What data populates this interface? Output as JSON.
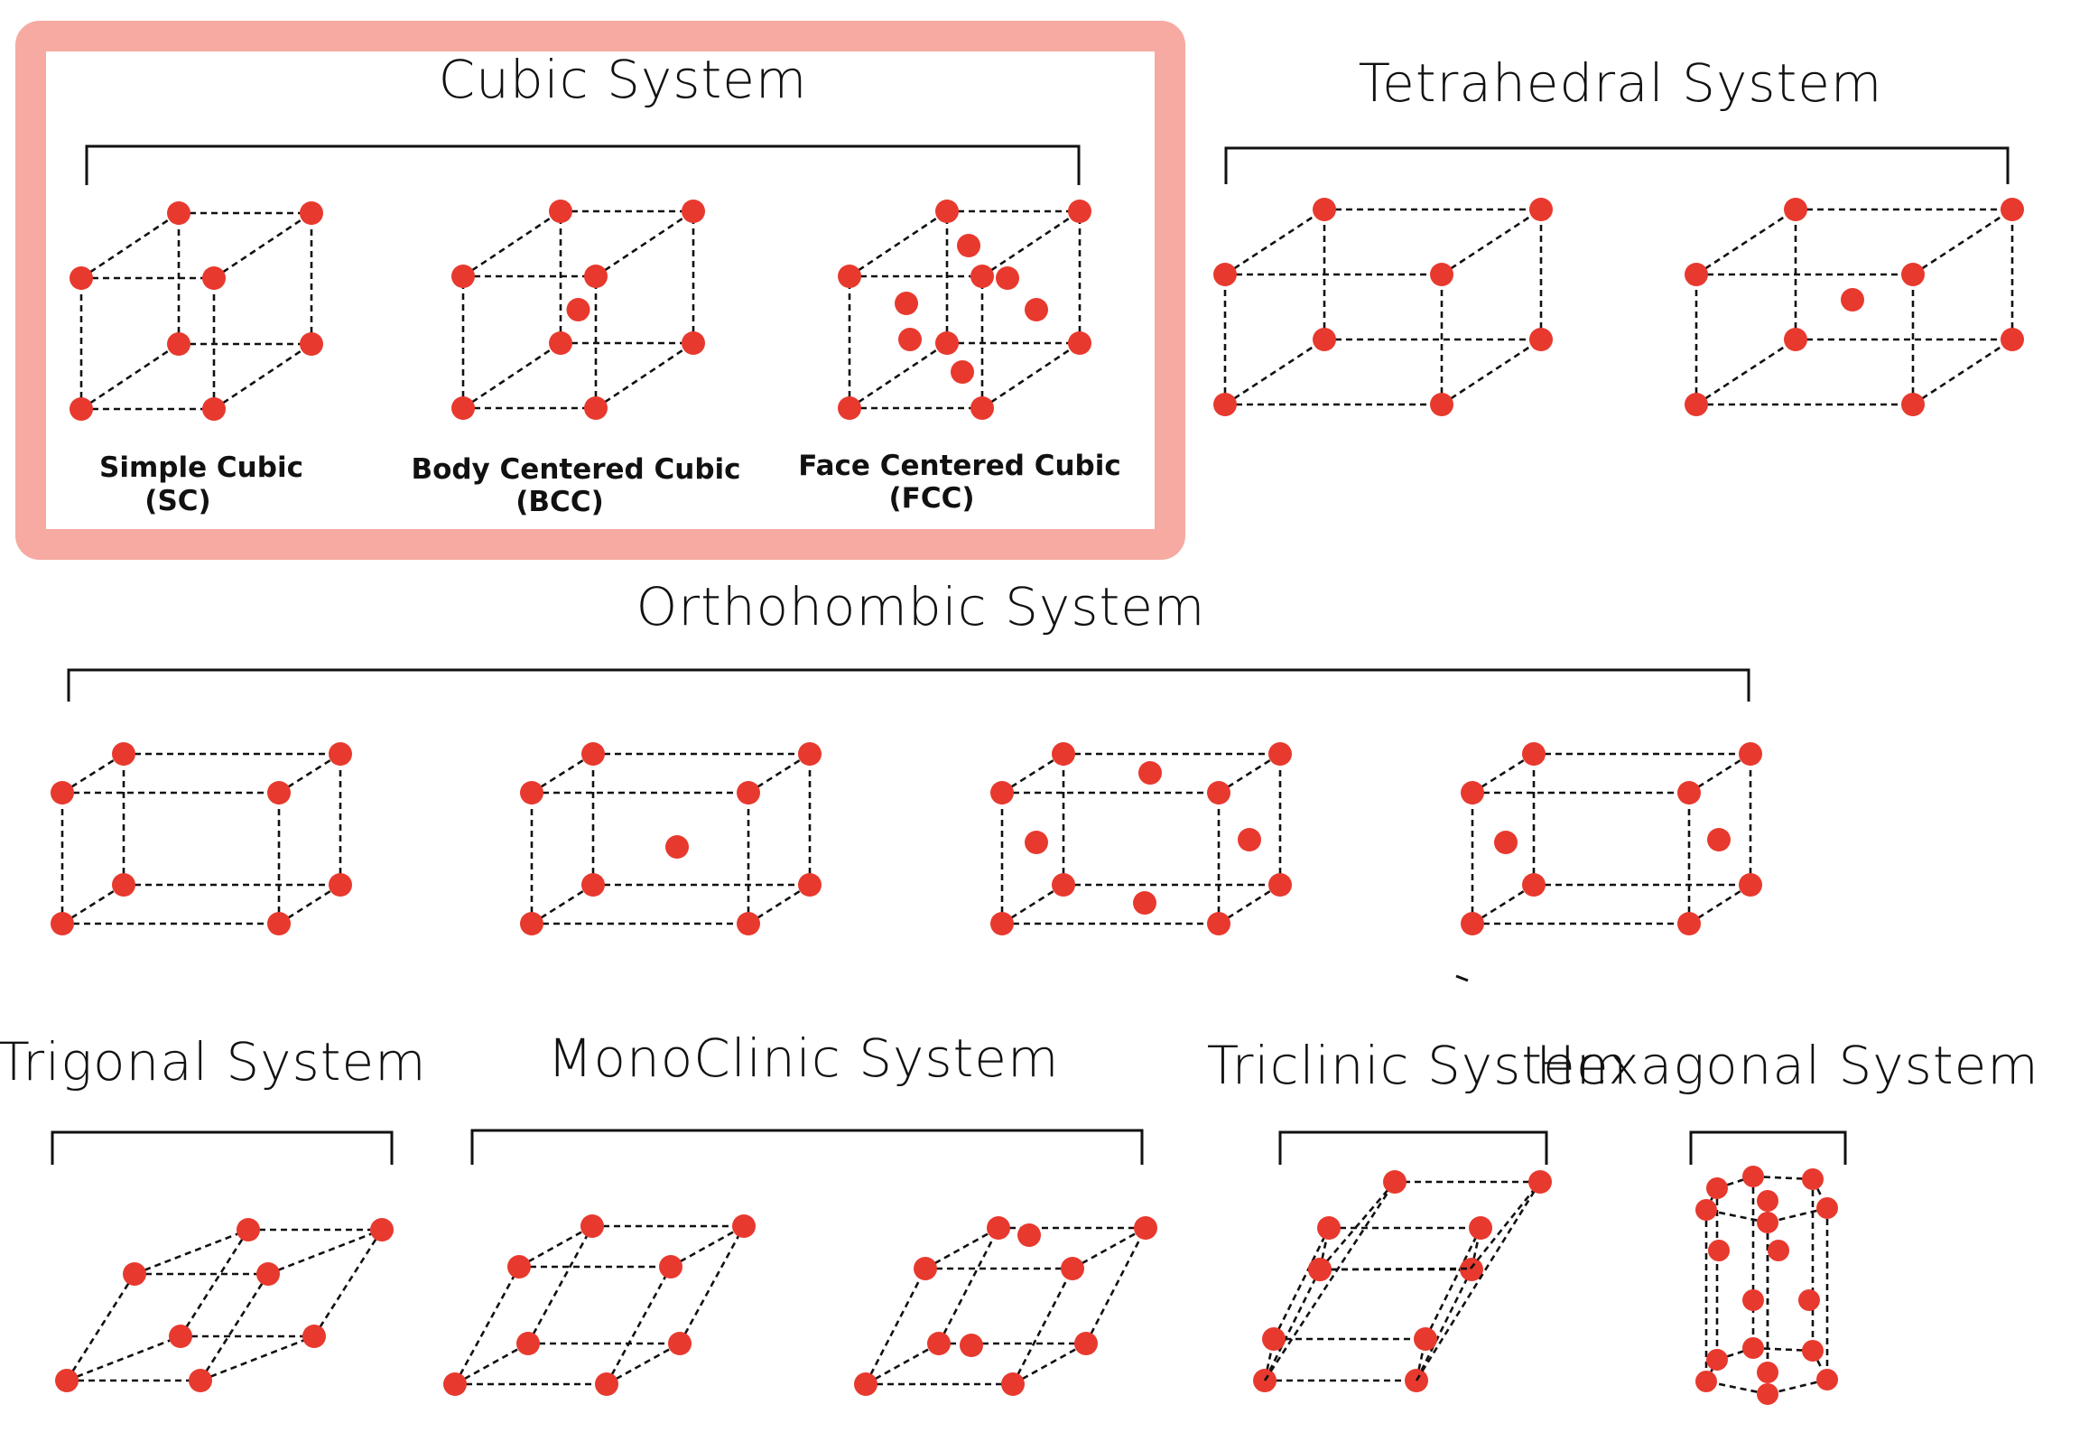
{
  "colors": {
    "atom": "#e8392e",
    "line": "#111111",
    "highlight": "#f6aaa2",
    "background": "#ffffff"
  },
  "groups": {
    "cubic": {
      "title": "Cubic System",
      "highlighted": true,
      "lattices": [
        {
          "label": "Simple Cubic",
          "abbr": "(SC)"
        },
        {
          "label": "Body Centered Cubic",
          "abbr": "(BCC)"
        },
        {
          "label": "Face Centered Cubic",
          "abbr": "(FCC)"
        }
      ]
    },
    "tetrahedral": {
      "title": "Tetrahedral System"
    },
    "orthorhombic": {
      "title": "Orthohombic System"
    },
    "trigonal": {
      "title": "Trigonal System"
    },
    "monoclinic": {
      "title": "MonoClinic System"
    },
    "triclinic": {
      "title": "Triclinic System"
    },
    "hexagonal": {
      "title": "Hexagonal System"
    }
  }
}
